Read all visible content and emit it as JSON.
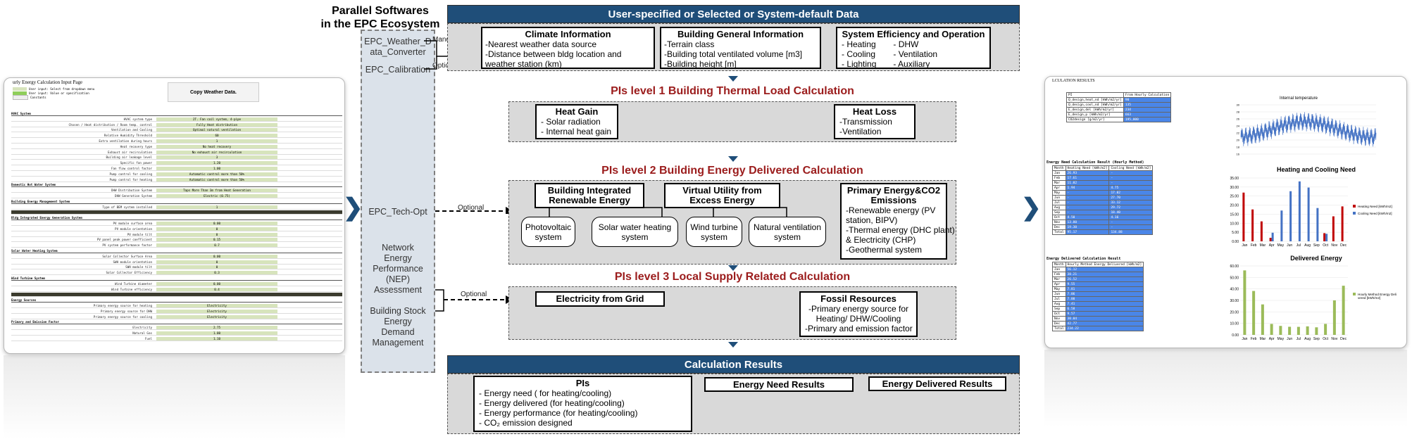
{
  "title": "Parallel Softwares\nin the EPC Ecosystem",
  "ecosystem": {
    "weather": "EPC_Weather_D\nata_Converter",
    "calibration": "EPC_Calibration",
    "techopt": "EPC_Tech-Opt",
    "nep": "Network\nEnergy\nPerformance\n(NEP)\nAssessment",
    "bsedm": "Building Stock\nEnergy\nDemand\nManagement",
    "mandatory": "Mandatory",
    "optional": "Optional"
  },
  "input_bar": "User-specified or Selected or System-default Data",
  "climate": {
    "title": "Climate Information",
    "items": [
      "-Nearest weather data source",
      "-Distance between bldg location and",
      "weather station (km)"
    ]
  },
  "general": {
    "title": "Building General Information",
    "items": [
      "-Terrain class",
      "-Building total ventilated volume [m3]",
      "-Building height [m]"
    ]
  },
  "system": {
    "title": "System Efficiency and Operation",
    "col1": [
      "-   Heating",
      "-   Cooling",
      "-   Lighting"
    ],
    "col2": [
      "-   DHW",
      "-   Ventilation",
      "-   Auxiliary"
    ]
  },
  "level1": {
    "title": "PIs level 1  Building Thermal Load Calculation",
    "gain": {
      "title": "Heat Gain",
      "items": [
        "- Solar radiation",
        "- Internal heat gain"
      ]
    },
    "loss": {
      "title": "Heat Loss",
      "items": [
        "-Transmission",
        "-Ventilation"
      ]
    }
  },
  "level2": {
    "title": "PIs level 2  Building Energy Delivered Calculation",
    "bire": "Building Integrated\nRenewable Energy",
    "vu": "Virtual Utility from\nExcess Energy",
    "pe": {
      "title": "Primary Energy&CO2\nEmissions",
      "items": [
        "-Renewable energy (PV",
        "station, BIPV)",
        "-Thermal energy (DHC plant)",
        "& Electricity (CHP)",
        "-Geothermal system"
      ]
    },
    "pv": "Photovoltaic\nsystem",
    "swh": "Solar water heating\nsystem",
    "wt": "Wind turbine\nsystem",
    "nv": "Natural ventilation\nsystem"
  },
  "level3": {
    "title": "PIs level 3  Local Supply Related Calculation",
    "grid": "Electricity from Grid",
    "fossil": {
      "title": "Fossil Resources",
      "items": [
        "-Primary energy source for",
        "Heating/ DHW/Cooling",
        "-Primary and emission factor"
      ]
    }
  },
  "results_bar": "Calculation Results",
  "pis": {
    "title": "PIs",
    "items": [
      "-    Energy need ( for heating/cooling)",
      "-    Energy delivered (for heating/cooling)",
      "-    Energy performance (for heating/cooling)",
      "-    CO₂ emission designed"
    ]
  },
  "need_results": "Energy Need Results",
  "delivered_results": "Energy Delivered Results",
  "sheet": {
    "title": "urly Energy Calculation Input Page",
    "button": "Copy Weather Data.",
    "legend": [
      "User input: Select from dropdown menu",
      "User input: Value or specification",
      "Constants"
    ],
    "rows": [
      {
        "t": "sec",
        "lab": "HVAC System"
      },
      {
        "lab": "HVAC system type",
        "val": "2T. Fan coil system, 4-pipe"
      },
      {
        "lab": "Chosen / Heat distribution / Room temp. control",
        "val": "Fully Heat distribution"
      },
      {
        "lab": "Ventilation and Cooling",
        "val": "Optimal natural ventilation"
      },
      {
        "lab": "Relative Humidity Threshold",
        "val": "60"
      },
      {
        "lab": "Extra ventilation during hours",
        "val": "1"
      },
      {
        "lab": "Heat recovery type",
        "val": "No heat recovery"
      },
      {
        "lab": "Exhaust air recirculation",
        "val": "No exhaust air recirculation"
      },
      {
        "lab": "Building air leakage level",
        "val": "3"
      },
      {
        "lab": "Specific fan power",
        "val": "1.20"
      },
      {
        "lab": "Fan flow control factor",
        "val": "1.00"
      },
      {
        "lab": "Pump control for cooling",
        "val": "Automatic control more than 50%"
      },
      {
        "lab": "Pump control for heating",
        "val": "Automatic control more than 50%"
      },
      {
        "t": "sec",
        "lab": "Domestic Hot Water System"
      },
      {
        "lab": "DHW Distribution System",
        "val": "Taps More Than 3m from Heat Generation"
      },
      {
        "lab": "DHW Generation System",
        "val": "Electric (0.75)"
      },
      {
        "t": "sec",
        "lab": "Building Energy Management System"
      },
      {
        "lab": "Type of BEM system installed",
        "val": "1"
      },
      {
        "t": "dark",
        "lab": ""
      },
      {
        "t": "sec",
        "lab": "Bldg Integrated Energy Generation System"
      },
      {
        "lab": "PV module surface area",
        "val": "0.00"
      },
      {
        "lab": "PV module orientation",
        "val": "0"
      },
      {
        "lab": "PV module tilt",
        "val": "0"
      },
      {
        "lab": "PV panel peak power coefficient",
        "val": "0.15"
      },
      {
        "lab": "PV system performance factor",
        "val": "0.7"
      },
      {
        "t": "sec",
        "lab": "Solar Water Heating System"
      },
      {
        "lab": "Solar Collector Surface Area",
        "val": "0.00"
      },
      {
        "lab": "SWH module orientation",
        "val": "0"
      },
      {
        "lab": "SWH module tilt",
        "val": "0"
      },
      {
        "lab": "Solar Collector Efficiency",
        "val": "0.3"
      },
      {
        "t": "sec",
        "lab": "Wind Turbine System"
      },
      {
        "lab": "Wind Turbine diameter",
        "val": "0.00"
      },
      {
        "lab": "Wind Turbine efficiency",
        "val": "0.4"
      },
      {
        "t": "dark",
        "lab": ""
      },
      {
        "t": "sec",
        "lab": "Energy Sources"
      },
      {
        "lab": "Primary energy source for heating",
        "val": "Electricity"
      },
      {
        "lab": "Primary energy source for DHW",
        "val": "Electricity"
      },
      {
        "lab": "Primary energy source for cooling",
        "val": "Electricity"
      },
      {
        "t": "sec",
        "lab": "Primary and Emission Factor"
      },
      {
        "lab": "Electricity",
        "val": "2.75"
      },
      {
        "lab": "Natural Gas",
        "val": "1.00"
      },
      {
        "lab": "Fuel",
        "val": "1.10"
      }
    ]
  },
  "results": {
    "title": "LCULATION RESULTS",
    "pi_head": [
      "PI",
      "From Hourly Calculation"
    ],
    "pi_rows": [
      [
        "Q_design,heat,nd [kWh/m2/yr]",
        "90"
      ],
      [
        "Q_design,cool,nd [kWh/m2/yr]",
        "135"
      ],
      [
        "E_design,del [kWh/m2/yr]",
        "234"
      ],
      [
        "E_design,p [kWh/m2/yr]",
        "663"
      ],
      [
        "CO2design [g/m2/yr]",
        "195,000"
      ]
    ],
    "need_title": "Energy Need Calculation Result (Hourly Method)",
    "need_head": [
      "Month",
      "Heating Need [kWh/m2]",
      "Cooling Need [kWh/m2]"
    ],
    "need_rows": [
      [
        "Jan",
        "26.93",
        "-"
      ],
      [
        "Feb",
        "17.61",
        "-"
      ],
      [
        "Mar",
        "11.02",
        "-"
      ],
      [
        "Apr",
        "1.94",
        "4.75"
      ],
      [
        "May",
        "-",
        "17.02"
      ],
      [
        "Jun",
        "-",
        "27.70"
      ],
      [
        "Jul",
        "-",
        "33.12"
      ],
      [
        "Aug",
        "-",
        "29.72"
      ],
      [
        "Sep",
        "-",
        "18.40"
      ],
      [
        "Oct",
        "4.50",
        "4.16"
      ],
      [
        "Nov",
        "13.80",
        "-"
      ],
      [
        "Dec",
        "19.30",
        "-"
      ],
      [
        "Total",
        "95.17",
        "134.88"
      ]
    ],
    "del_title": "Energy Delivered Calculation Result",
    "del_head": [
      "Month",
      "Hourly Method Energy Delivered [kWh/m2]"
    ],
    "del_rows": [
      [
        "Jan",
        "56.12"
      ],
      [
        "Feb",
        "38.21"
      ],
      [
        "Mar",
        "26.52"
      ],
      [
        "Apr",
        "9.55"
      ],
      [
        "May",
        "7.81"
      ],
      [
        "Jun",
        "7.06"
      ],
      [
        "Jul",
        "7.00"
      ],
      [
        "Aug",
        "7.41"
      ],
      [
        "Sep",
        "6.58"
      ],
      [
        "Oct",
        "9.57"
      ],
      [
        "Nov",
        "30.04"
      ],
      [
        "Dec",
        "42.77"
      ],
      [
        "Total",
        "234.22"
      ]
    ],
    "temp_chart_title": "Internal temperature",
    "hc_chart_title": "Heating and Cooling Need",
    "dl_chart_title": "Delivered Energy"
  },
  "colors": {
    "navy": "#1f4e79",
    "dark_red": "#9b1c1c",
    "heating": "#c00000",
    "cooling": "#4472c4",
    "delivered": "#9bbb59"
  },
  "chart_data": [
    {
      "type": "line",
      "title": "Internal temperature",
      "note": "hourly indoor temperature trace, approx 20–27 °C",
      "ylim": [
        16,
        30
      ],
      "yticks": [
        16,
        18,
        20,
        22,
        24,
        26,
        28,
        30
      ]
    },
    {
      "type": "bar",
      "title": "Heating and Cooling Need",
      "categories": [
        "Jan",
        "Feb",
        "Mar",
        "Apr",
        "May",
        "Jun",
        "Jul",
        "Aug",
        "Sep",
        "Oct",
        "Nov",
        "Dec"
      ],
      "ylim": [
        0,
        35
      ],
      "yticks": [
        0,
        5,
        10,
        15,
        20,
        25,
        30,
        35
      ],
      "legend": "right",
      "series": [
        {
          "name": "Heating Need [kWh/m2]",
          "values": [
            26.93,
            17.61,
            11.02,
            1.94,
            0,
            0,
            0,
            0,
            0,
            4.5,
            13.8,
            19.3
          ]
        },
        {
          "name": "Cooling Need [kWh/m2]",
          "values": [
            0,
            0,
            0,
            4.75,
            17.02,
            27.7,
            33.12,
            29.72,
            18.4,
            4.16,
            0,
            0
          ]
        }
      ]
    },
    {
      "type": "bar",
      "title": "Delivered Energy",
      "categories": [
        "Jan",
        "Feb",
        "Mar",
        "Apr",
        "May",
        "Jun",
        "Jul",
        "Aug",
        "Sep",
        "Oct",
        "Nov",
        "Dec"
      ],
      "ylim": [
        0,
        60
      ],
      "yticks": [
        0,
        10,
        20,
        30,
        40,
        50,
        60
      ],
      "legend": "right",
      "series": [
        {
          "name": "Hourly Method Energy Delivered [kWh/m2]",
          "values": [
            56.12,
            38.21,
            26.52,
            9.55,
            7.81,
            7.06,
            7.0,
            7.41,
            6.58,
            9.57,
            30.04,
            42.77
          ]
        }
      ]
    }
  ]
}
